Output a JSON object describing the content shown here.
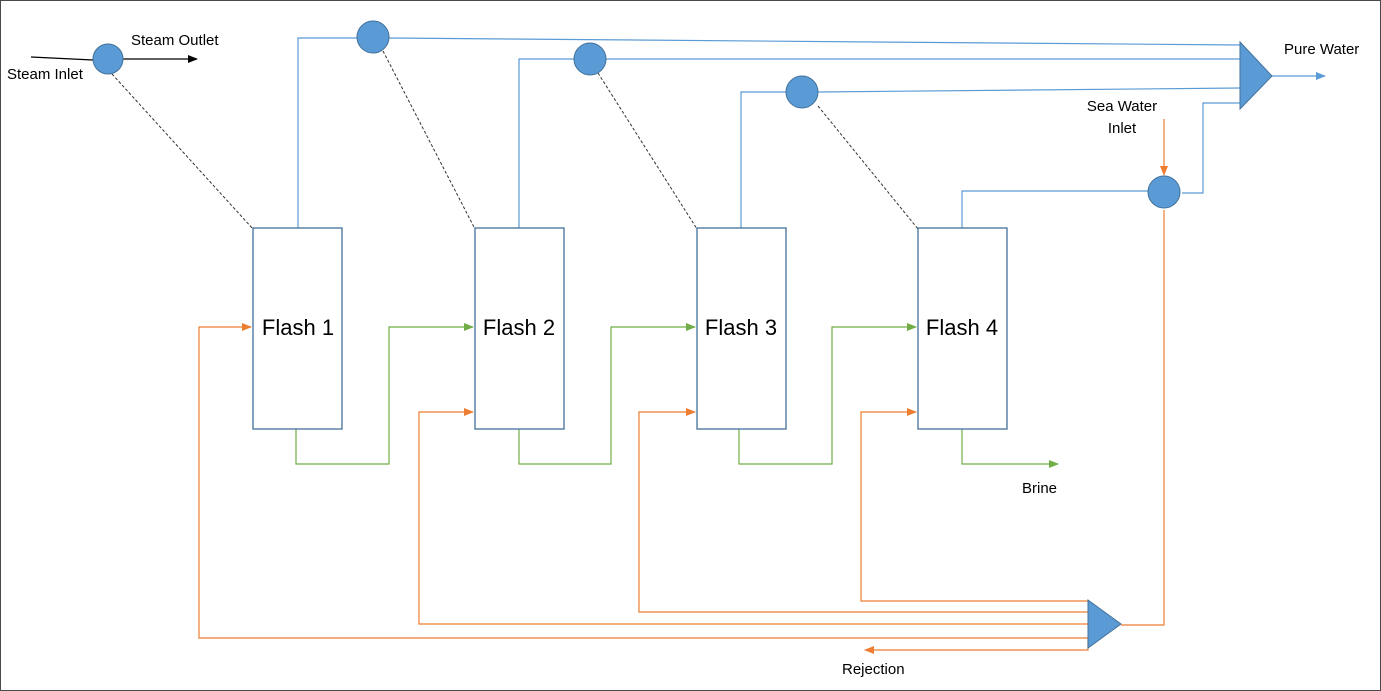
{
  "labels": {
    "steam_inlet": "Steam Inlet",
    "steam_outlet": "Steam Outlet",
    "pure_water": "Pure Water",
    "sea_water_line1": "Sea Water",
    "sea_water_line2": "Inlet",
    "brine": "Brine",
    "rejection": "Rejection"
  },
  "flash_units": [
    {
      "label": "Flash 1"
    },
    {
      "label": "Flash 2"
    },
    {
      "label": "Flash 3"
    },
    {
      "label": "Flash 4"
    }
  ],
  "colors": {
    "vapor_line": "#5b9bd5",
    "brine_line": "#70ad47",
    "seawater_line": "#ed7d31",
    "node_fill": "#5b9bd5",
    "node_stroke": "#41719c",
    "box_stroke": "#41719c",
    "dashed_line": "#333333",
    "steam_line": "#000000"
  }
}
